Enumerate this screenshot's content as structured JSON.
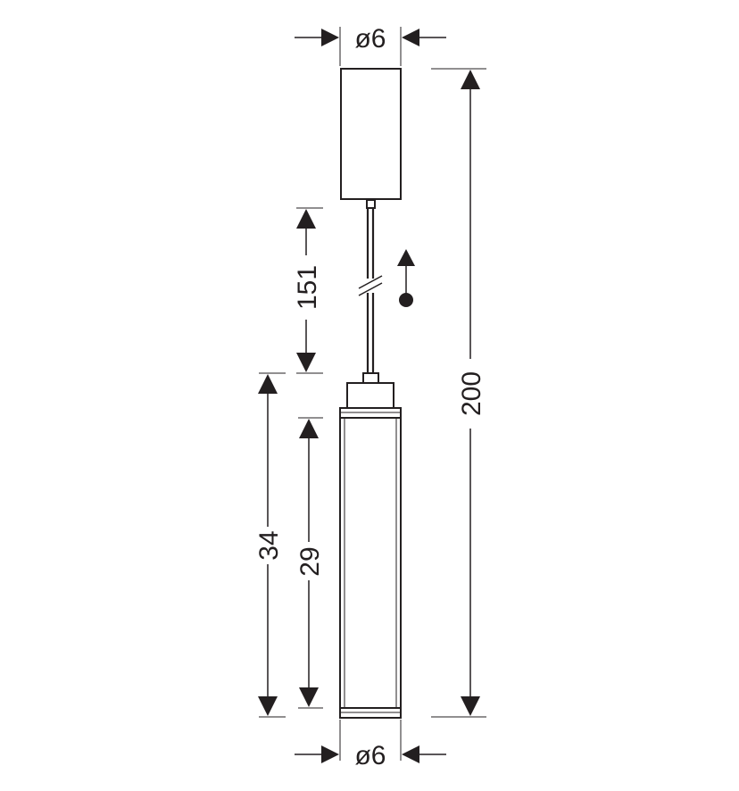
{
  "dimensions": {
    "top_diameter": "ø6",
    "bottom_diameter": "ø6",
    "cable_length": "151",
    "total_height": "200",
    "tube_height": "34",
    "shade_height": "29"
  },
  "colors": {
    "line": "#231f20",
    "background": "#ffffff"
  },
  "icons": [
    "adjustable-height-icon"
  ]
}
